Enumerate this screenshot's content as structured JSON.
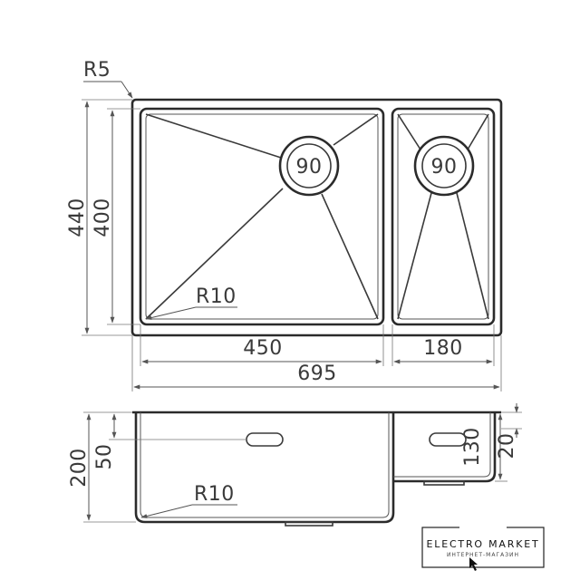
{
  "top_view": {
    "corner_radius_label": "R5",
    "overall_depth_label": "440",
    "inner_depth_label": "400",
    "main_drain_label": "90",
    "small_drain_label": "90",
    "bowl_radius_label": "R10",
    "main_width_label": "450",
    "small_width_label": "180",
    "overall_width_label": "695"
  },
  "side_view": {
    "total_height_label": "200",
    "overflow_offset_label": "50",
    "bowl_radius_label": "R10",
    "small_depth_label": "130",
    "small_offset_label": "20"
  },
  "brand": {
    "name": "ELECTRO MARKET",
    "tagline": "ИНТЕРНЕТ-МАГАЗИН"
  }
}
